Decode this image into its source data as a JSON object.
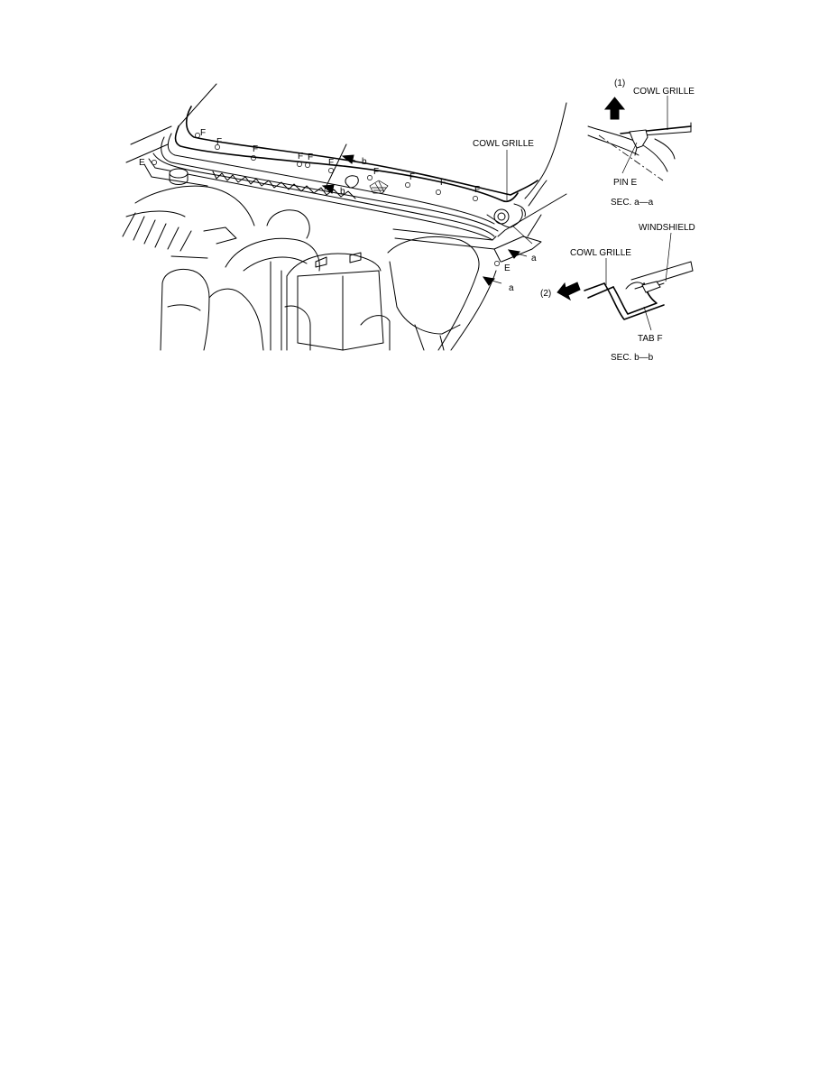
{
  "main_view": {
    "cowl_grille_label": "COWL GRILLE",
    "tab_label": "F",
    "pin_label": "E",
    "section_a": "a",
    "section_b": "b"
  },
  "section_a": {
    "step": "(1)",
    "cowl_grille_label": "COWL GRILLE",
    "pin_label": "PIN E",
    "title": "SEC. a—a"
  },
  "section_b": {
    "step": "(2)",
    "cowl_grille_label": "COWL GRILLE",
    "windshield_label": "WINDSHIELD",
    "tab_label": "TAB F",
    "title": "SEC. b—b"
  }
}
